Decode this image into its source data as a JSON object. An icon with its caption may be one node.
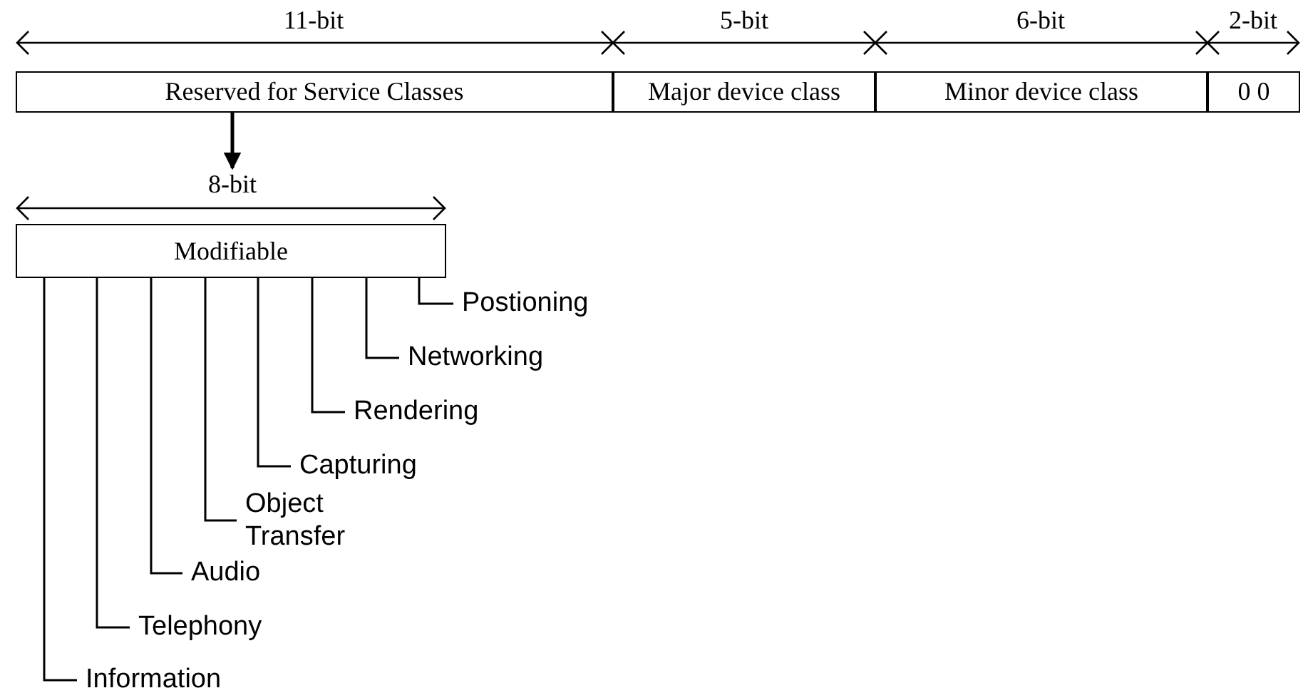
{
  "diagram": {
    "nodes": [
      {
        "text": [
          "Reserved for Service Classes"
        ]
      },
      {
        "text": [
          "Major device class"
        ]
      },
      {
        "text": [
          "Minor device class"
        ]
      },
      {
        "text": [
          "0 0"
        ]
      },
      {
        "text": [
          "Modifiable"
        ]
      },
      {
        "text": [
          "Postioning"
        ]
      },
      {
        "text": [
          "Networking"
        ]
      },
      {
        "text": [
          "Rendering"
        ]
      },
      {
        "text": [
          "Capturing"
        ]
      },
      {
        "text": [
          "Object Transfer"
        ]
      },
      {
        "text": [
          "Audio"
        ]
      },
      {
        "text": [
          "Telephony"
        ]
      },
      {
        "text": [
          "Information"
        ]
      }
    ],
    "edges": [
      {
        "from": 0,
        "to": 4,
        "arrow": "to"
      },
      {
        "from": 4,
        "to": 5,
        "arrow": "none"
      },
      {
        "from": 4,
        "to": 6,
        "arrow": "none"
      },
      {
        "from": 4,
        "to": 7,
        "arrow": "none"
      },
      {
        "from": 4,
        "to": 8,
        "arrow": "none"
      },
      {
        "from": 4,
        "to": 9,
        "arrow": "none"
      },
      {
        "from": 4,
        "to": 10,
        "arrow": "none"
      },
      {
        "from": 4,
        "to": 11,
        "arrow": "none"
      },
      {
        "from": 4,
        "to": 12,
        "arrow": "none"
      }
    ],
    "labels": [
      "11-bit",
      "5-bit",
      "6-bit",
      "2-bit",
      "8-bit"
    ]
  }
}
